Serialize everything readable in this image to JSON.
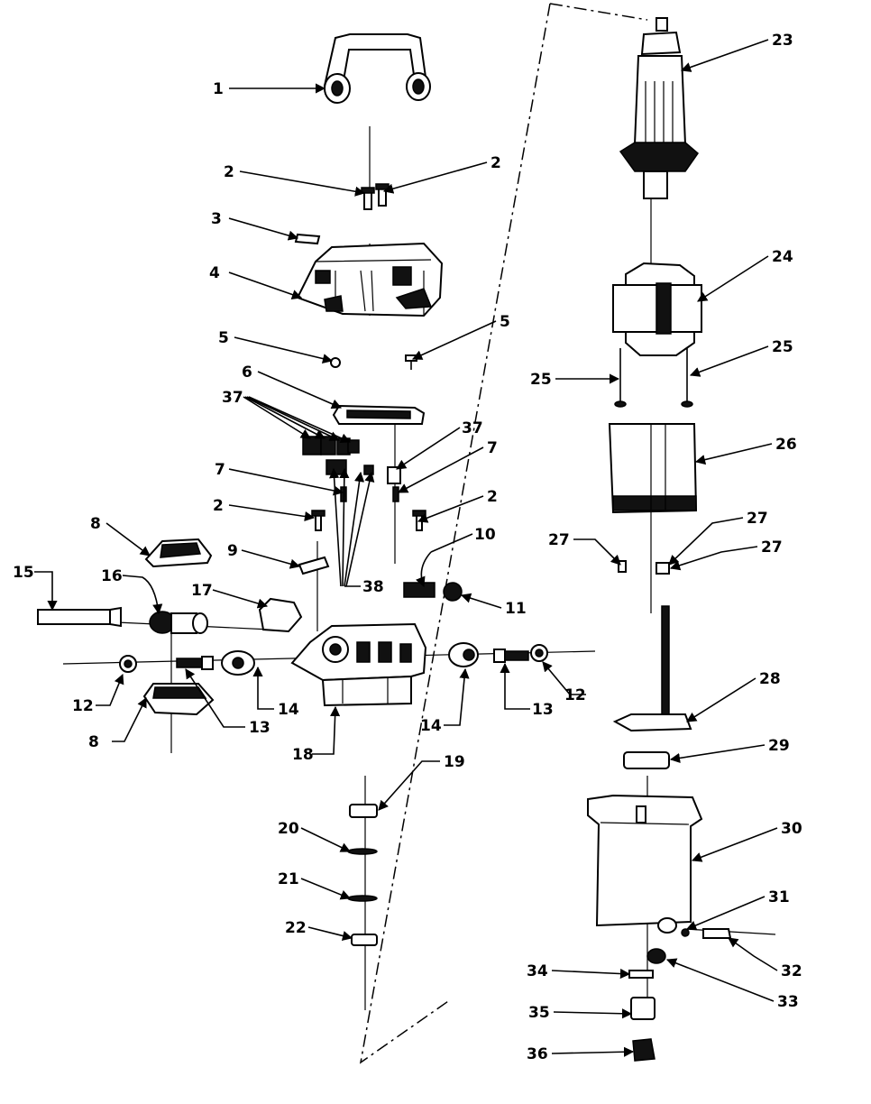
{
  "diagram": {
    "callouts": [
      "1",
      "2",
      "2",
      "3",
      "4",
      "5",
      "5",
      "6",
      "37",
      "37",
      "7",
      "7",
      "2",
      "2",
      "8",
      "9",
      "38",
      "10",
      "11",
      "15",
      "16",
      "17",
      "12",
      "14",
      "13",
      "18",
      "14",
      "13",
      "12",
      "8",
      "19",
      "20",
      "21",
      "22",
      "23",
      "24",
      "25",
      "25",
      "26",
      "27",
      "27",
      "27",
      "28",
      "29",
      "30",
      "31",
      "32",
      "33",
      "34",
      "35",
      "36"
    ]
  }
}
